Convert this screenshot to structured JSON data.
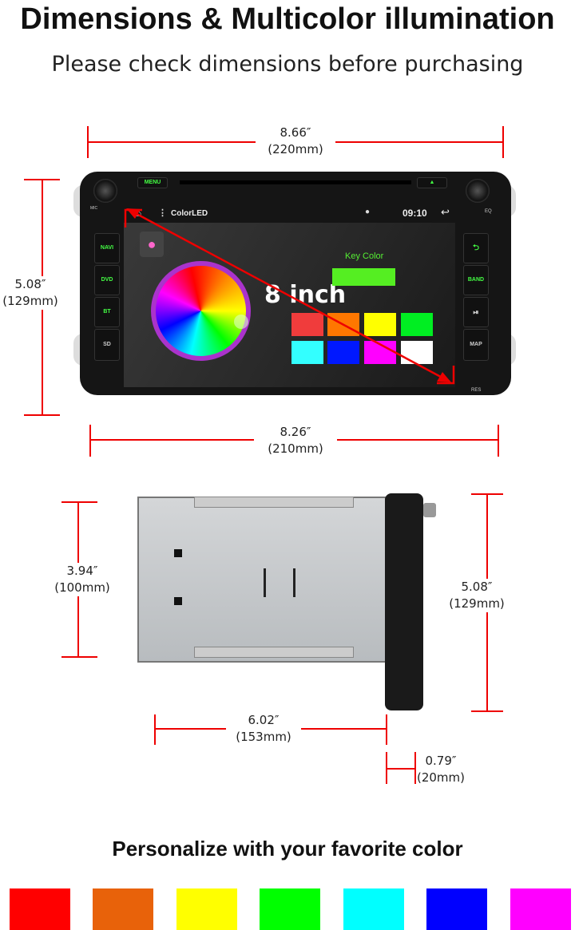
{
  "title": "Dimensions & Multicolor illumination",
  "subtitle": "Please check dimensions before purchasing",
  "front": {
    "width_in": "8.66″",
    "width_mm": "(220mm)",
    "height_in": "5.08″",
    "height_mm": "(129mm)",
    "screen_width_in": "8.26″",
    "screen_width_mm": "(210mm)"
  },
  "device": {
    "buttons_left": [
      "NAVI",
      "DVD",
      "BT",
      "SD"
    ],
    "buttons_right": [
      "⮌",
      "BAND",
      "⏯",
      "MAP"
    ],
    "menu": "MENU",
    "eject": "▲",
    "res": "RES",
    "eq": "EQ",
    "mic": "MIC",
    "app_title": "ColorLED",
    "time": "09:10",
    "key_color": "Key Color",
    "screen_size": "8 inch",
    "key_color_value": "#55ee22",
    "palette": [
      "#f03c3c",
      "#ff7700",
      "#ffff00",
      "#00ee22",
      "#33ffff",
      "#0018ff",
      "#ff00ff",
      "#ffffff"
    ]
  },
  "side": {
    "depth_in": "3.94″",
    "depth_mm": "(100mm)",
    "height_in": "5.08″",
    "height_mm": "(129mm)",
    "length_in": "6.02″",
    "length_mm": "(153mm)",
    "panel_in": "0.79″",
    "panel_mm": "(20mm)"
  },
  "personalize": "Personalize with your favorite color",
  "colors": [
    "#ff0000",
    "#e8620a",
    "#ffff00",
    "#00ff00",
    "#00ffff",
    "#0000ff",
    "#ff00ff"
  ],
  "accent": "#e00000"
}
